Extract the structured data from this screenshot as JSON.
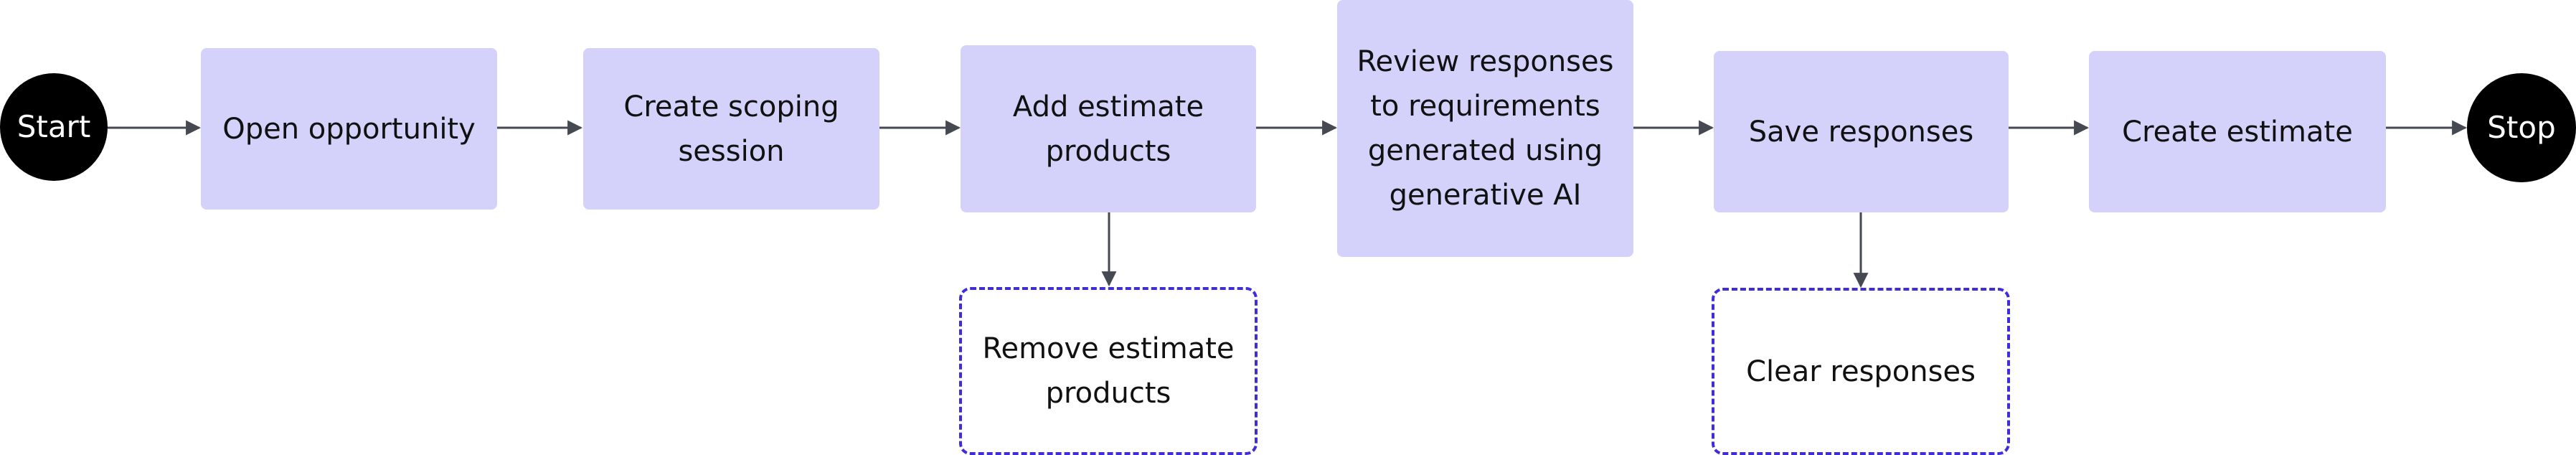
{
  "colors": {
    "step_fill": "#d4d1fa",
    "optional_border": "#3f2ed8",
    "terminal_fill": "#000000",
    "arrow": "#454a52"
  },
  "nodes": {
    "start": "Start",
    "open_opportunity": "Open opportunity",
    "create_scoping_session": "Create scoping session",
    "add_estimate_products": "Add estimate products",
    "review_responses": "Review responses to requirements generated using generative AI",
    "save_responses": "Save responses",
    "create_estimate": "Create estimate",
    "stop": "Stop",
    "remove_estimate_products": "Remove estimate products",
    "clear_responses": "Clear responses"
  }
}
